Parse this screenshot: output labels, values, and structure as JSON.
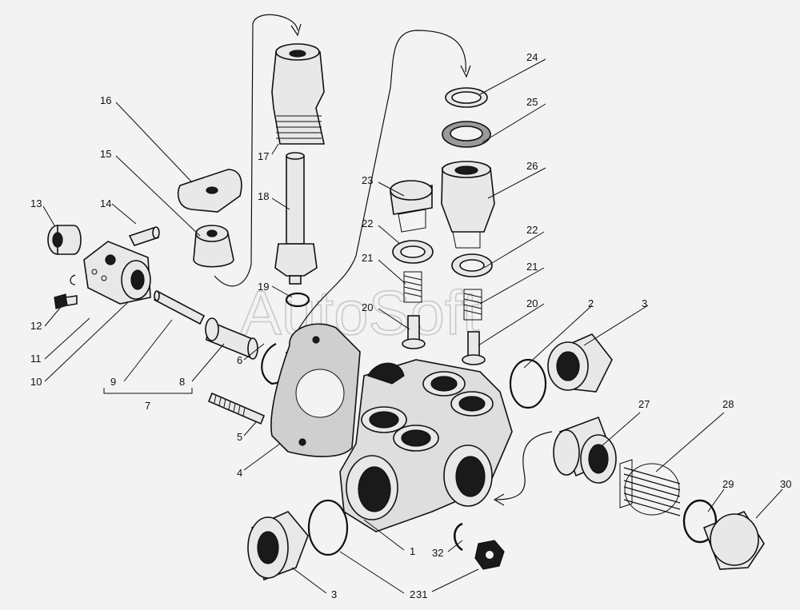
{
  "watermark": "AutoSoft",
  "labels": [
    {
      "id": "1",
      "text": "1"
    },
    {
      "id": "2a",
      "text": "2"
    },
    {
      "id": "2b",
      "text": "2"
    },
    {
      "id": "3a",
      "text": "3"
    },
    {
      "id": "3b",
      "text": "3"
    },
    {
      "id": "4",
      "text": "4"
    },
    {
      "id": "5",
      "text": "5"
    },
    {
      "id": "6",
      "text": "6"
    },
    {
      "id": "7",
      "text": "7"
    },
    {
      "id": "8",
      "text": "8"
    },
    {
      "id": "9",
      "text": "9"
    },
    {
      "id": "10",
      "text": "10"
    },
    {
      "id": "11",
      "text": "11"
    },
    {
      "id": "12",
      "text": "12"
    },
    {
      "id": "13",
      "text": "13"
    },
    {
      "id": "14",
      "text": "14"
    },
    {
      "id": "15",
      "text": "15"
    },
    {
      "id": "16",
      "text": "16"
    },
    {
      "id": "17",
      "text": "17"
    },
    {
      "id": "18",
      "text": "18"
    },
    {
      "id": "19",
      "text": "19"
    },
    {
      "id": "20a",
      "text": "20"
    },
    {
      "id": "20b",
      "text": "20"
    },
    {
      "id": "21a",
      "text": "21"
    },
    {
      "id": "21b",
      "text": "21"
    },
    {
      "id": "22a",
      "text": "22"
    },
    {
      "id": "22b",
      "text": "22"
    },
    {
      "id": "23",
      "text": "23"
    },
    {
      "id": "24",
      "text": "24"
    },
    {
      "id": "25",
      "text": "25"
    },
    {
      "id": "26",
      "text": "26"
    },
    {
      "id": "27",
      "text": "27"
    },
    {
      "id": "28",
      "text": "28"
    },
    {
      "id": "29",
      "text": "29"
    },
    {
      "id": "30",
      "text": "30"
    },
    {
      "id": "31",
      "text": "31"
    },
    {
      "id": "32",
      "text": "32"
    }
  ]
}
